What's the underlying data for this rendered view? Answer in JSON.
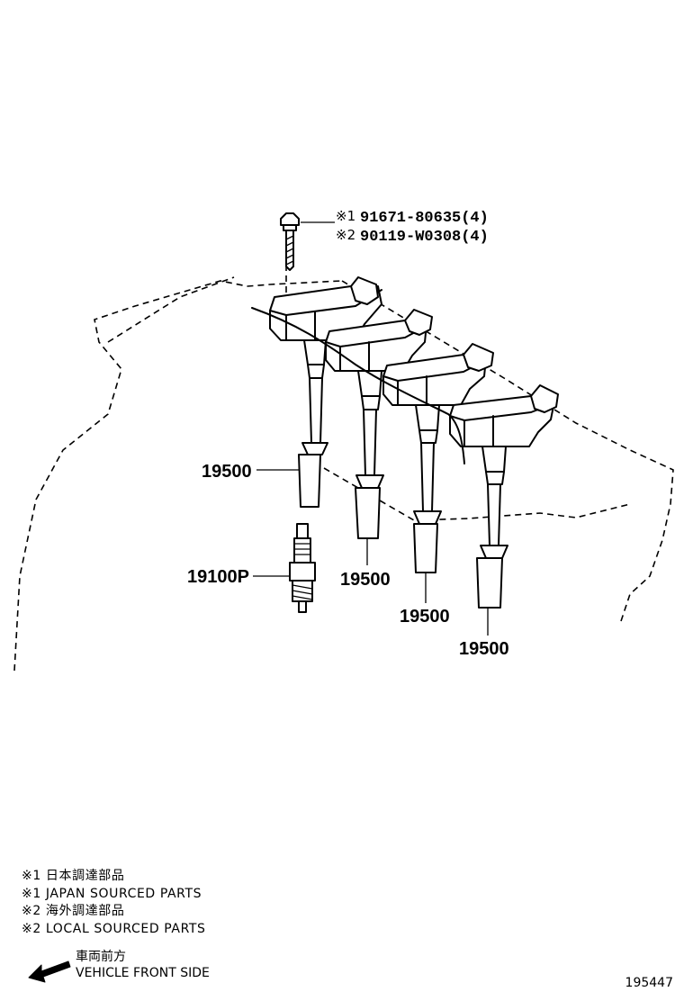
{
  "callouts": {
    "bolt_1_prefix": "※1",
    "bolt_1_part": "91671-80635(4)",
    "bolt_2_prefix": "※2",
    "bolt_2_part": "90119-W0308(4)",
    "coil_1": "19500",
    "coil_2": "19500",
    "coil_3": "19500",
    "coil_4": "19500",
    "spark_plug": "19100P"
  },
  "legend": {
    "line_1": "※1 日本調達部品",
    "line_2": "※1 JAPAN SOURCED PARTS",
    "line_3": "※2 海外調達部品",
    "line_4": "※2 LOCAL SOURCED PARTS"
  },
  "front_indicator": {
    "japanese": "車両前方",
    "english": "VEHICLE FRONT SIDE"
  },
  "illustration_number": "195447",
  "icons": {
    "front_arrow": "arrow-left-down-icon"
  }
}
